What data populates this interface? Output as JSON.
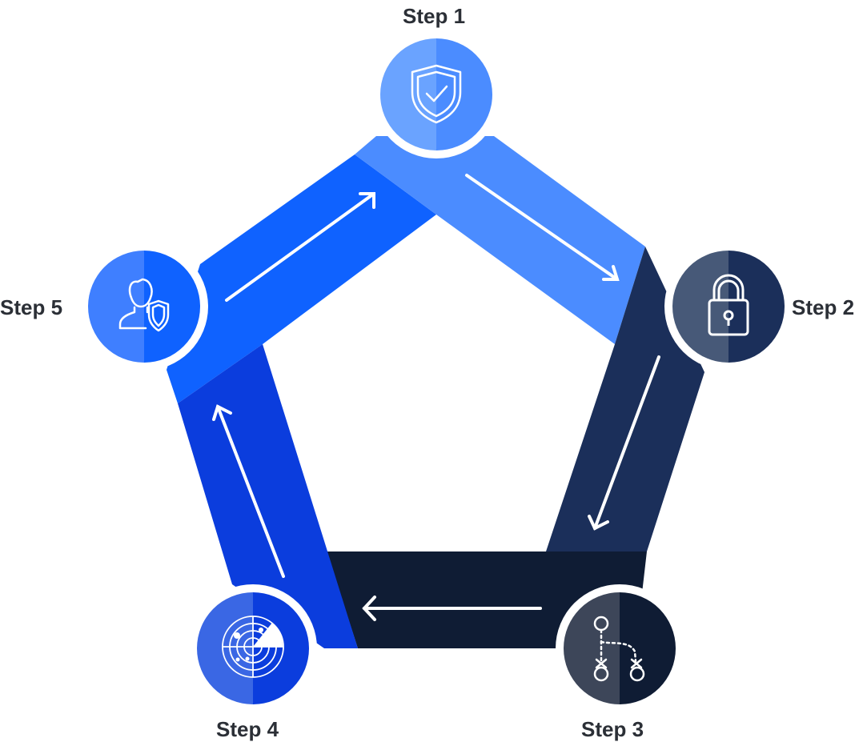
{
  "steps": [
    {
      "label": "Step 1",
      "icon": "shield-check-icon"
    },
    {
      "label": "Step 2",
      "icon": "padlock-icon"
    },
    {
      "label": "Step 3",
      "icon": "route-path-icon"
    },
    {
      "label": "Step 4",
      "icon": "radar-icon"
    },
    {
      "label": "Step 5",
      "icon": "user-shield-icon"
    }
  ],
  "colors": {
    "step1": "#4b8cff",
    "step2": "#1b2f5a",
    "step3": "#0f1c34",
    "step4": "#0b3ddd",
    "step5": "#0f62ff",
    "arrow": "#ffffff"
  }
}
